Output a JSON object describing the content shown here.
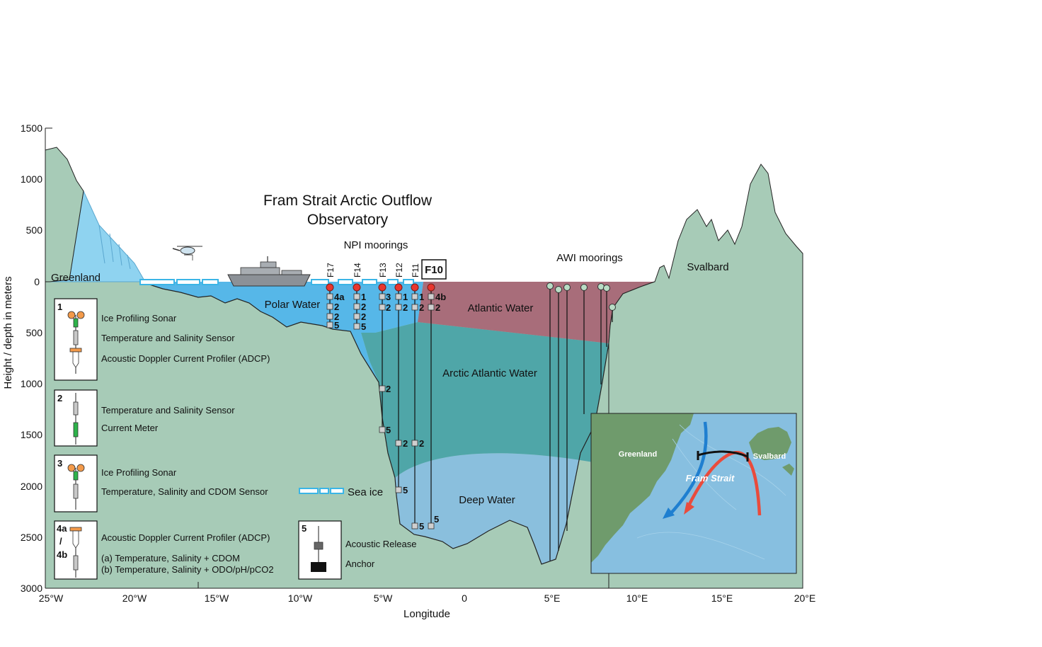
{
  "title_line1": "Fram Strait Arctic Outflow",
  "title_line2": "Observatory",
  "y_axis_label": "Height / depth in meters",
  "x_axis_label": "Longitude",
  "y_ticks": [
    "1500",
    "1000",
    "500",
    "0",
    "500",
    "1000",
    "1500",
    "2000",
    "2500",
    "3000"
  ],
  "x_ticks": [
    "25°W",
    "20°W",
    "15°W",
    "10°W",
    "5°W",
    "0",
    "5°E",
    "10°E",
    "15°E",
    "20°E"
  ],
  "places": {
    "greenland": "Greenland",
    "svalbard": "Svalbard"
  },
  "water_masses": {
    "polar": "Polar Water",
    "atlantic": "Atlantic Water",
    "arctic_atlantic": "Arctic Atlantic Water",
    "deep": "Deep Water"
  },
  "mooring_groups": {
    "npi": "NPI moorings",
    "awi": "AWI moorings",
    "highlight": "F10"
  },
  "npi_moorings": [
    "F17",
    "F14",
    "F13",
    "F12",
    "F11"
  ],
  "instrument_numbers": {
    "f17": [
      "4a",
      "2",
      "2",
      "5"
    ],
    "f14": [
      "1",
      "2",
      "2",
      "5"
    ],
    "f13": [
      "3",
      "2",
      "2",
      "5"
    ],
    "f12": [
      "1",
      "2",
      "2",
      "5"
    ],
    "f11": [
      "1",
      "2",
      "2",
      "5"
    ],
    "f10": [
      "4b",
      "2",
      "5"
    ]
  },
  "legend": {
    "box1": {
      "num": "1",
      "items": [
        "Ice Profiling Sonar",
        "Temperature and Salinity Sensor",
        "Acoustic Doppler Current Profiler (ADCP)"
      ]
    },
    "box2": {
      "num": "2",
      "items": [
        "Temperature and Salinity Sensor",
        "Current Meter"
      ]
    },
    "box3": {
      "num": "3",
      "items": [
        "Ice Profiling Sonar",
        "Temperature, Salinity and CDOM Sensor"
      ]
    },
    "box4": {
      "num_a": "4a",
      "slash": "/",
      "num_b": "4b",
      "items": [
        "Acoustic Doppler Current Profiler (ADCP)",
        "(a) Temperature, Salinity + CDOM",
        "(b) Temperature, Salinity + ODO/pH/pCO2"
      ]
    },
    "box5": {
      "num": "5",
      "items": [
        "Acoustic Release",
        "Anchor"
      ]
    },
    "sea_ice": "Sea ice"
  },
  "inset": {
    "greenland": "Greenland",
    "svalbard": "Svalbard",
    "strait": "Fram Strait"
  },
  "colors": {
    "land": "#a7cbb7",
    "polar_water": "#56b7e8",
    "atlantic_water": "#a86d7a",
    "arctic_atlantic_water": "#4fa6a8",
    "deep_water": "#8abfdd",
    "float_red": "#e8362e",
    "float_awi": "#b9dcc5"
  }
}
